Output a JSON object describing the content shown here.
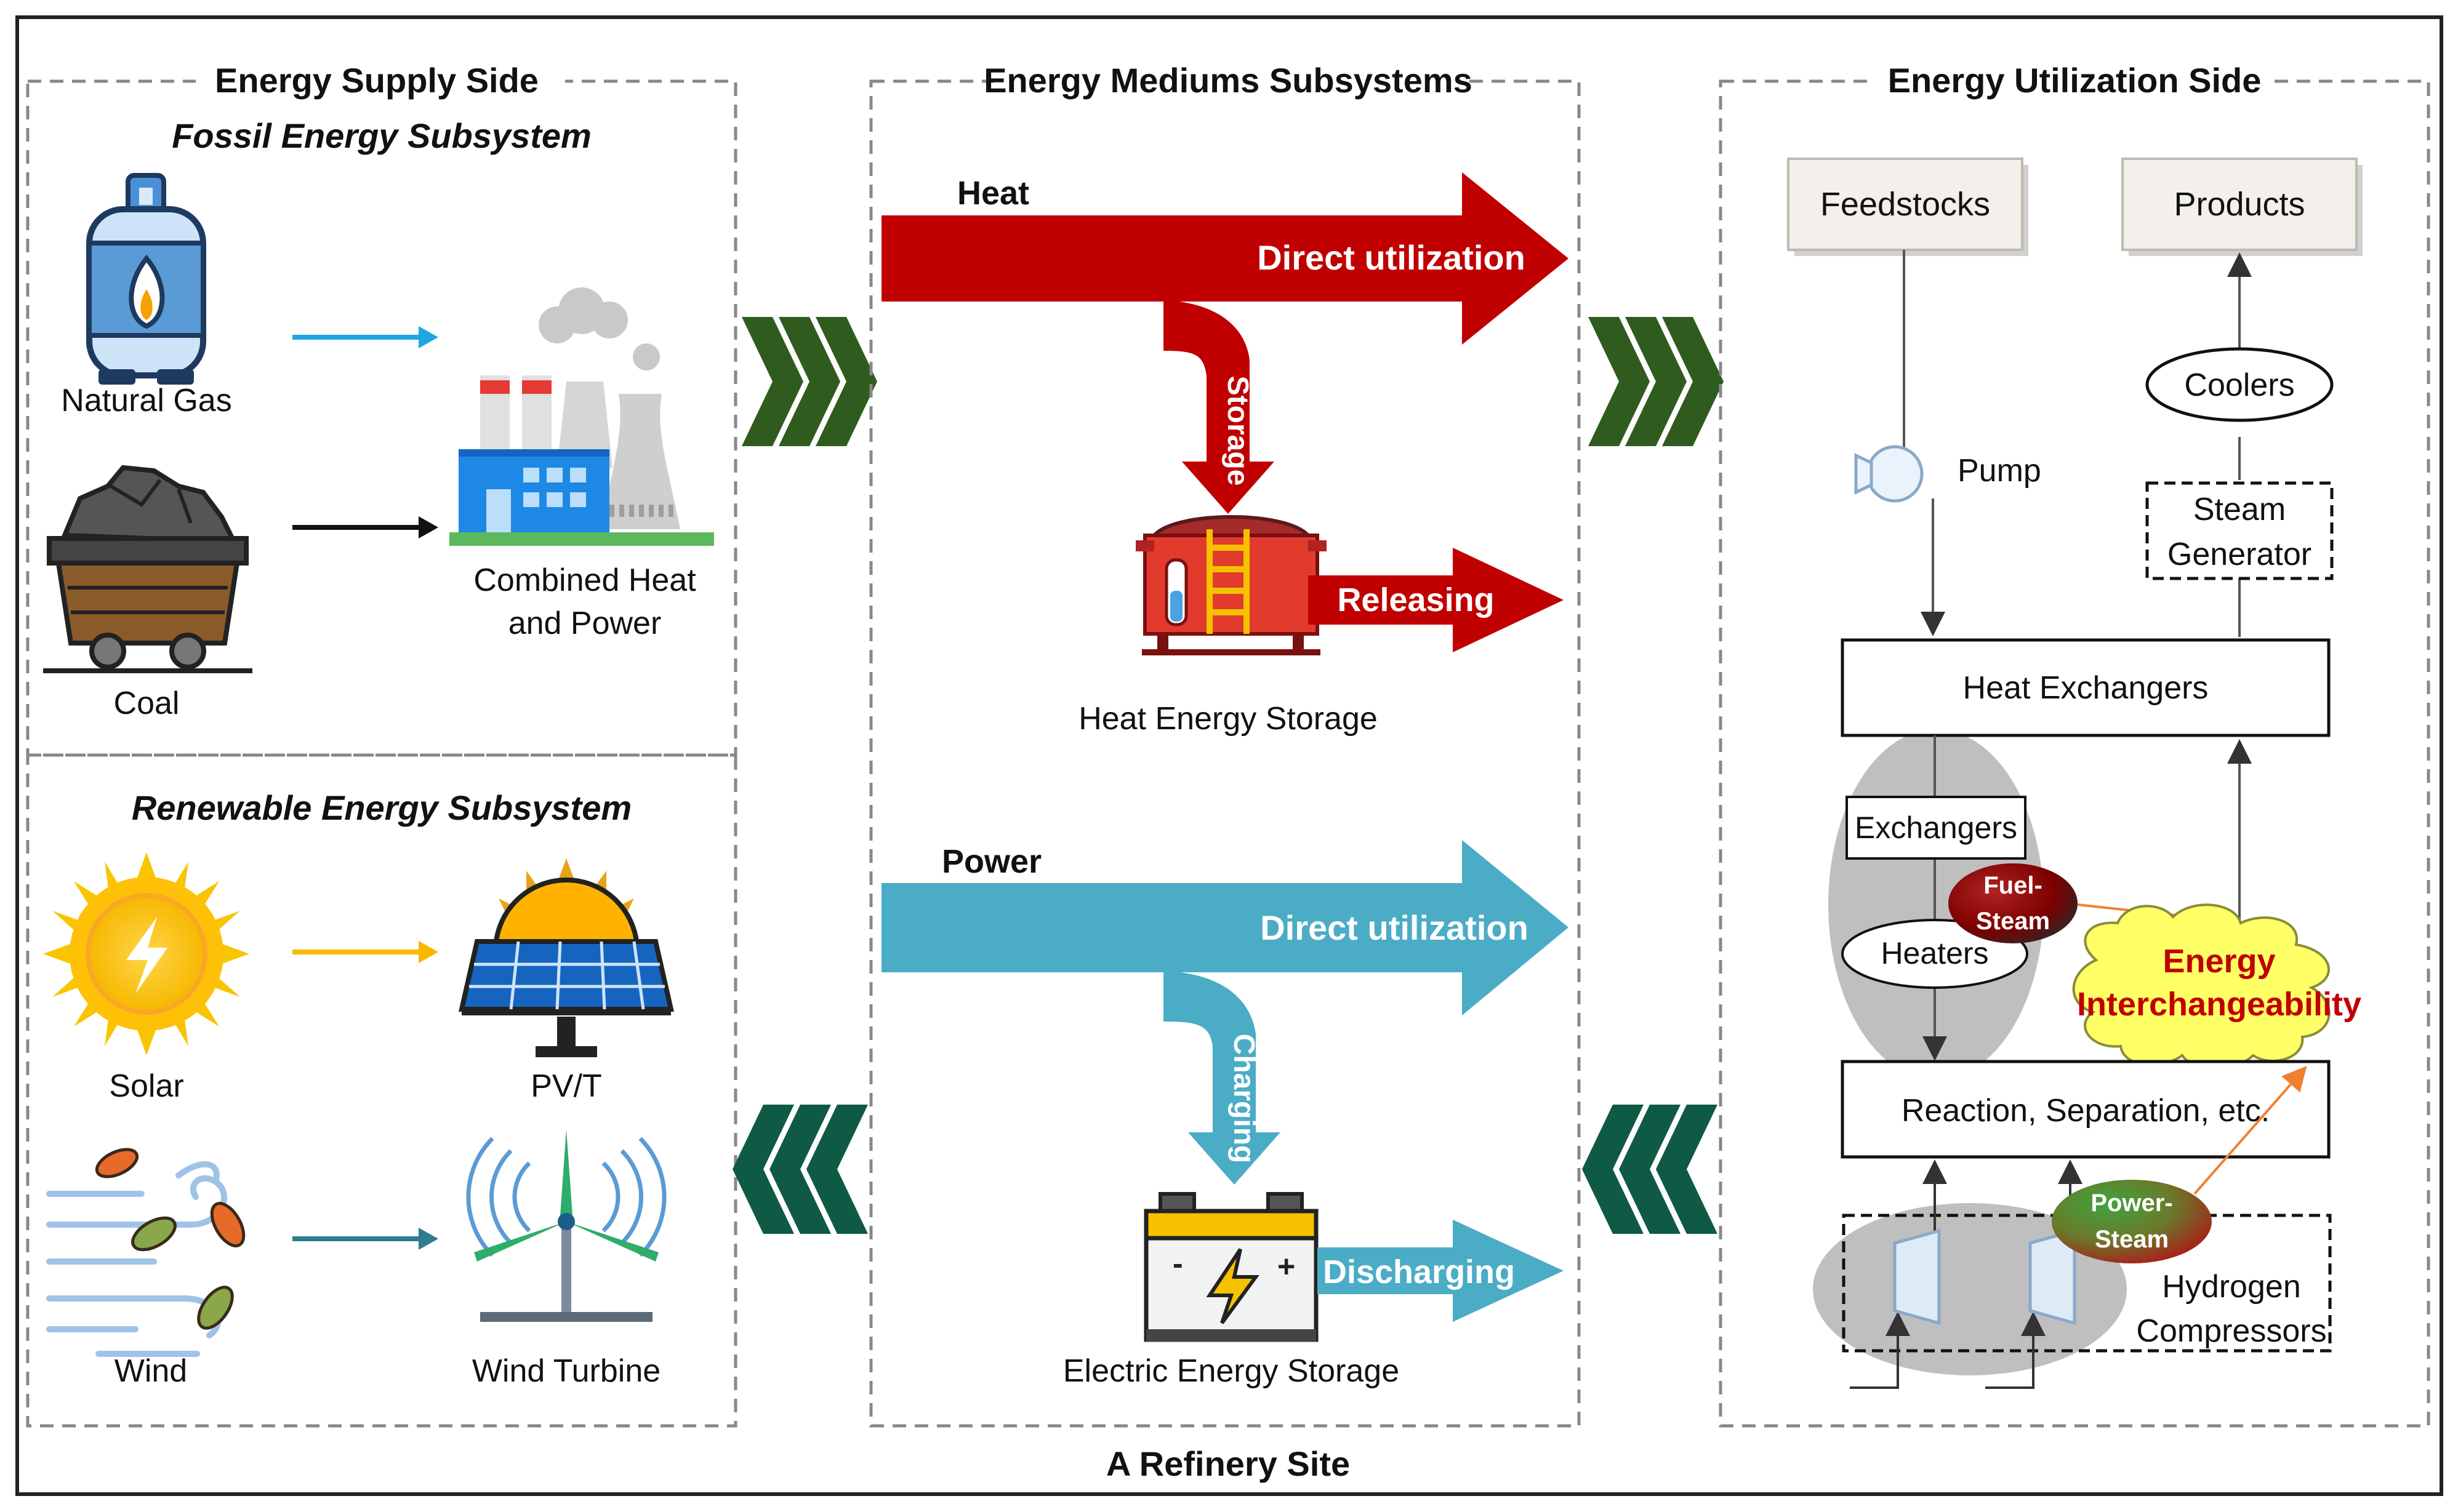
{
  "footer": {
    "site_label": "A Refinery Site"
  },
  "supply": {
    "title": "Energy Supply Side",
    "fossil": {
      "title": "Fossil Energy Subsystem",
      "natural_gas": "Natural Gas",
      "coal": "Coal",
      "chp_line1": "Combined Heat",
      "chp_line2": "and Power"
    },
    "renewable": {
      "title": "Renewable Energy Subsystem",
      "solar": "Solar",
      "pvt": "PV/T",
      "wind": "Wind",
      "wind_turbine": "Wind Turbine"
    }
  },
  "mediums": {
    "title": "Energy Mediums Subsystems",
    "heat": {
      "label": "Heat",
      "direct": "Direct utilization",
      "storage": "Storage",
      "releasing": "Releasing",
      "storage_caption": "Heat Energy Storage"
    },
    "power": {
      "label": "Power",
      "direct": "Direct utilization",
      "charging": "Charging",
      "discharging": "Discharging",
      "storage_caption": "Electric Energy Storage"
    }
  },
  "utilization": {
    "title": "Energy Utilization Side",
    "feedstocks": "Feedstocks",
    "products": "Products",
    "pump": "Pump",
    "coolers": "Coolers",
    "steam_gen_line1": "Steam",
    "steam_gen_line2": "Generator",
    "heat_exchangers": "Heat Exchangers",
    "exchangers": "Exchangers",
    "heaters": "Heaters",
    "fuel_steam_line1": "Fuel-",
    "fuel_steam_line2": "Steam",
    "interchange_line1": "Energy",
    "interchange_line2": "Interchangeability",
    "reaction": "Reaction, Separation, etc.",
    "power_steam_line1": "Power-",
    "power_steam_line2": "Steam",
    "hydrogen_line1": "Hydrogen",
    "hydrogen_line2": "Compressors"
  },
  "colors": {
    "heat_red": "#C00000",
    "power_blue": "#4BACC6",
    "chevron_green": "#2F5C1E",
    "chevron_teal": "#0F5A45",
    "interchange_text": "#C00000",
    "cloud_fill": "#FFFF66"
  }
}
